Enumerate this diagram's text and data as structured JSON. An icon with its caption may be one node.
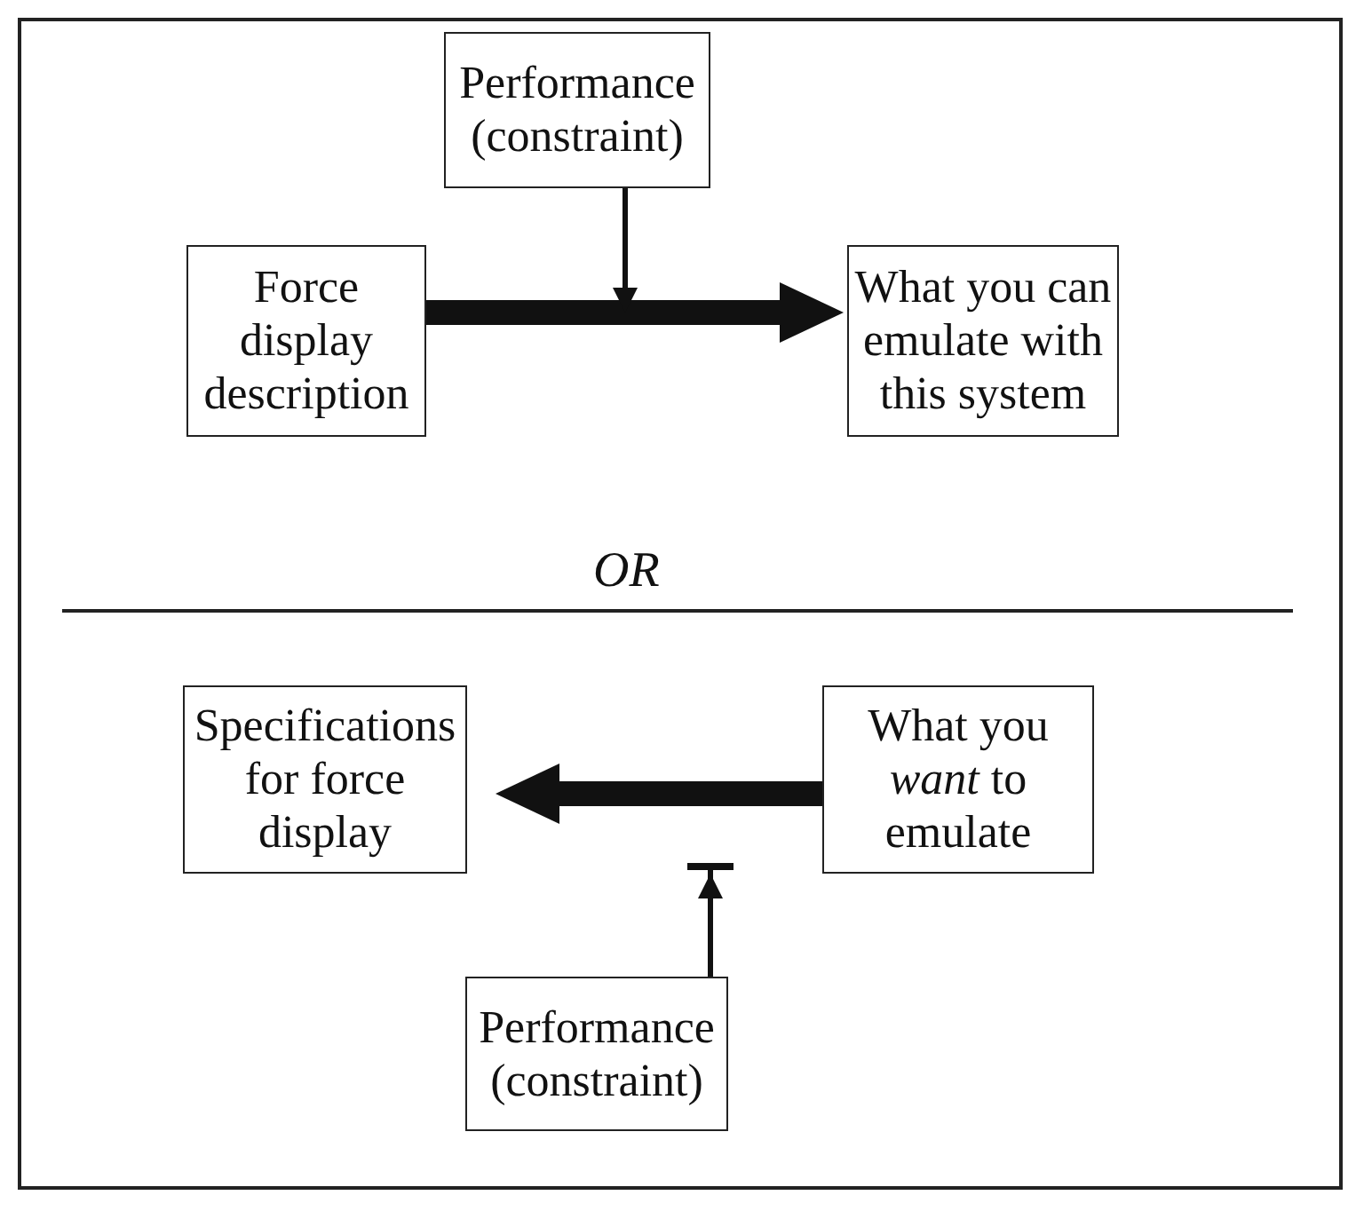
{
  "diagram": {
    "nodes": [
      {
        "text": [
          "Performance (constraint)"
        ]
      },
      {
        "text": [
          "Force display description"
        ]
      },
      {
        "text": [
          "What you can emulate with this system"
        ]
      },
      {
        "text": [
          "Specifications for force display"
        ]
      },
      {
        "text": [
          "What you *want* to emulate"
        ]
      },
      {
        "text": [
          "Performance (constraint)"
        ]
      }
    ],
    "edges": [
      {
        "from": 1,
        "to": 2,
        "arrow": "to",
        "style": "thick"
      },
      {
        "from": 0,
        "to": null,
        "arrow": "to"
      },
      {
        "from": 4,
        "to": 3,
        "arrow": "to",
        "style": "thick"
      },
      {
        "from": 5,
        "to": null,
        "arrow": "to"
      }
    ],
    "labels": [
      "OR"
    ]
  }
}
